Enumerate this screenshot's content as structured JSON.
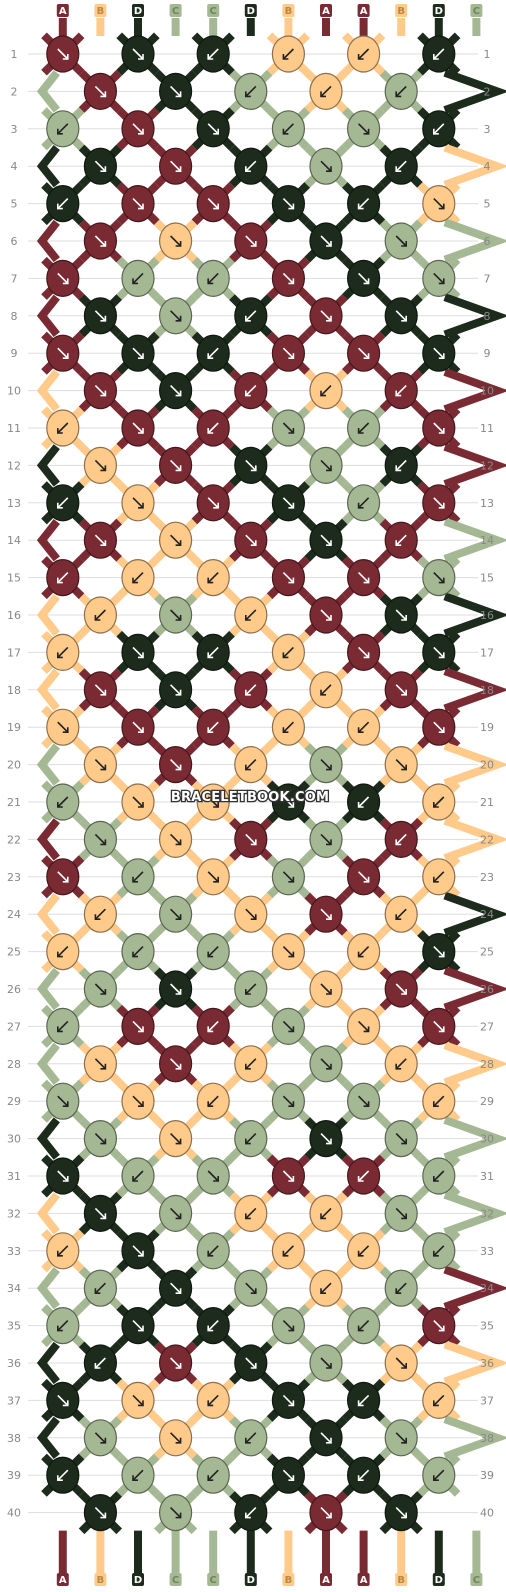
{
  "watermark": "BRACELETBOOK.COM",
  "colors": {
    "A": "#7a2a33",
    "B": "#ffca8a",
    "C": "#a5b894",
    "D": "#1c2b1b"
  },
  "strands_top": [
    "A",
    "B",
    "D",
    "C",
    "C",
    "D",
    "B",
    "A",
    "A",
    "B",
    "D",
    "C"
  ],
  "strands_bottom": [
    "A",
    "B",
    "D",
    "C",
    "C",
    "D",
    "B",
    "A",
    "A",
    "B",
    "D",
    "C"
  ],
  "rows": [
    "1",
    "2",
    "3",
    "4",
    "5",
    "6",
    "7",
    "8",
    "9",
    "10",
    "11",
    "12",
    "13",
    "14",
    "15",
    "16",
    "17",
    "18",
    "19",
    "20",
    "21",
    "22",
    "23",
    "24",
    "25",
    "26",
    "27",
    "28",
    "29",
    "30",
    "31",
    "32",
    "33",
    "34",
    "35",
    "36",
    "37",
    "38",
    "39",
    "40"
  ],
  "knots": [
    [
      "A:se",
      "D:se",
      "D:sw",
      "B:sw",
      "B:sw",
      "D:sw"
    ],
    [
      "A:se",
      "D:se",
      "C:sw",
      "B:sw",
      "C:sw"
    ],
    [
      "C:sw",
      "A:se",
      "D:se",
      "C:sw",
      "C:se",
      "D:sw"
    ],
    [
      "D:se",
      "A:se",
      "D:sw",
      "C:se",
      "D:sw"
    ],
    [
      "D:sw",
      "A:se",
      "A:se",
      "D:se",
      "D:sw",
      "B:se"
    ],
    [
      "A:se",
      "B:se",
      "A:se",
      "D:se",
      "C:se"
    ],
    [
      "A:se",
      "C:sw",
      "C:sw",
      "A:se",
      "D:se",
      "C:se"
    ],
    [
      "D:se",
      "C:se",
      "D:sw",
      "A:se",
      "D:se"
    ],
    [
      "A:se",
      "D:se",
      "D:sw",
      "A:se",
      "A:se",
      "D:se"
    ],
    [
      "A:se",
      "D:se",
      "A:sw",
      "B:sw",
      "A:sw"
    ],
    [
      "B:sw",
      "A:se",
      "A:sw",
      "C:se",
      "C:sw",
      "A:se"
    ],
    [
      "B:se",
      "A:se",
      "D:se",
      "C:se",
      "D:sw"
    ],
    [
      "D:sw",
      "B:se",
      "A:se",
      "D:se",
      "C:sw",
      "A:se"
    ],
    [
      "A:se",
      "B:se",
      "A:se",
      "D:se",
      "A:sw"
    ],
    [
      "A:sw",
      "B:sw",
      "B:sw",
      "A:se",
      "A:se",
      "C:se"
    ],
    [
      "B:sw",
      "C:se",
      "B:sw",
      "A:se",
      "D:se"
    ],
    [
      "B:sw",
      "D:se",
      "D:sw",
      "B:sw",
      "A:se",
      "D:se"
    ],
    [
      "A:se",
      "D:se",
      "A:sw",
      "B:sw",
      "A:se"
    ],
    [
      "B:se",
      "A:se",
      "A:sw",
      "B:sw",
      "B:sw",
      "A:se"
    ],
    [
      "B:se",
      "A:se",
      "B:sw",
      "C:se",
      "B:se"
    ],
    [
      "C:sw",
      "B:se",
      "B:se",
      "D:se",
      "D:sw",
      "B:sw"
    ],
    [
      "C:se",
      "B:se",
      "A:se",
      "C:se",
      "A:sw"
    ],
    [
      "A:se",
      "C:sw",
      "B:se",
      "C:se",
      "A:se",
      "B:sw"
    ],
    [
      "B:sw",
      "C:se",
      "B:se",
      "A:se",
      "B:sw"
    ],
    [
      "B:sw",
      "C:sw",
      "C:sw",
      "B:se",
      "B:sw",
      "D:se"
    ],
    [
      "C:se",
      "D:se",
      "C:sw",
      "B:se",
      "A:se"
    ],
    [
      "C:sw",
      "A:se",
      "A:sw",
      "C:se",
      "B:se",
      "A:se"
    ],
    [
      "B:se",
      "A:se",
      "B:sw",
      "C:se",
      "B:sw"
    ],
    [
      "C:se",
      "B:se",
      "B:sw",
      "C:se",
      "C:se",
      "B:sw"
    ],
    [
      "C:se",
      "B:se",
      "C:sw",
      "D:se",
      "C:se"
    ],
    [
      "D:se",
      "C:sw",
      "C:se",
      "A:se",
      "A:sw",
      "C:sw"
    ],
    [
      "D:se",
      "C:se",
      "B:sw",
      "B:sw",
      "C:se"
    ],
    [
      "B:sw",
      "D:se",
      "C:sw",
      "B:sw",
      "B:sw",
      "C:sw"
    ],
    [
      "C:sw",
      "D:se",
      "C:se",
      "B:sw",
      "C:sw"
    ],
    [
      "C:sw",
      "D:se",
      "D:sw",
      "C:se",
      "C:sw",
      "A:se"
    ],
    [
      "D:sw",
      "A:se",
      "D:se",
      "C:se",
      "B:se"
    ],
    [
      "D:se",
      "B:se",
      "B:sw",
      "D:se",
      "D:sw",
      "B:sw"
    ],
    [
      "C:se",
      "B:se",
      "C:sw",
      "D:se",
      "C:se"
    ],
    [
      "D:sw",
      "C:sw",
      "C:sw",
      "D:se",
      "D:sw",
      "C:sw"
    ],
    [
      "D:se",
      "C:se",
      "D:sw",
      "A:se",
      "D:se"
    ]
  ]
}
